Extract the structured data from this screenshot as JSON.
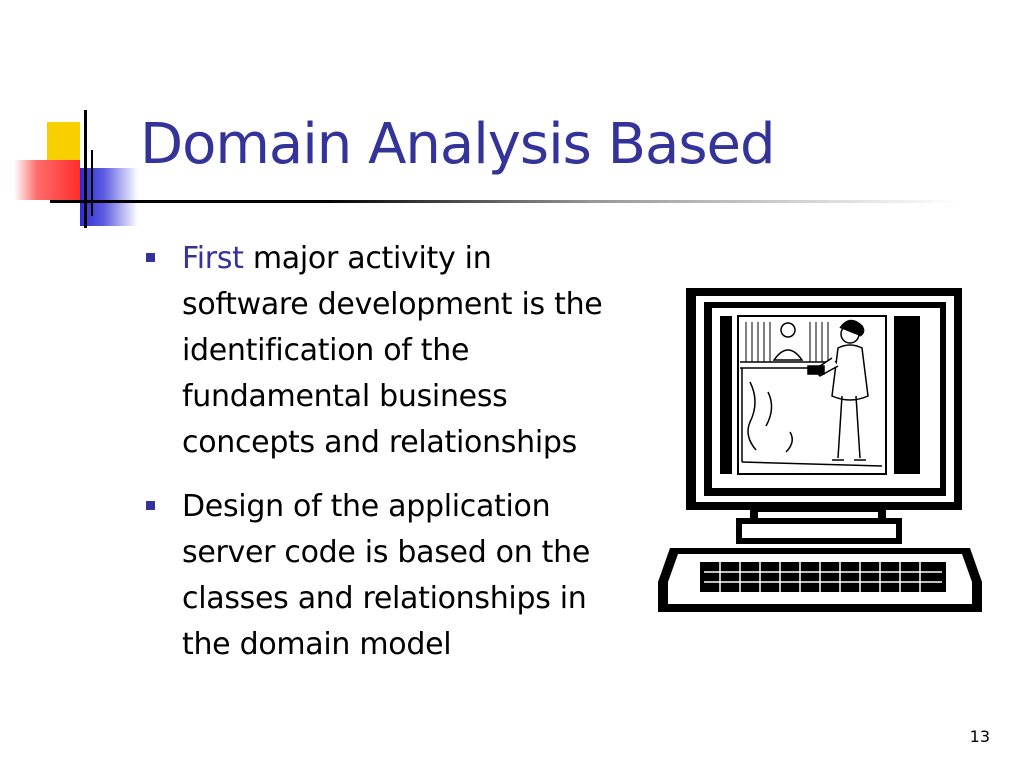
{
  "slide": {
    "title": "Domain Analysis Based",
    "bullets": [
      {
        "accent_word": "First",
        "text": " major activity in software development is the identification of the fundamental business concepts and relationships"
      },
      {
        "text": "Design of the application server code is based on the classes and relationships in the domain model"
      }
    ],
    "page_number": "13",
    "colors": {
      "title": "#333399",
      "accent": "#333399",
      "bullet": "#333399",
      "deco_yellow": "#f8cf00",
      "deco_red": "#ff2d2d",
      "deco_blue": "#2d2dd0"
    },
    "clipart_icon": "computer-monitor-icon"
  }
}
